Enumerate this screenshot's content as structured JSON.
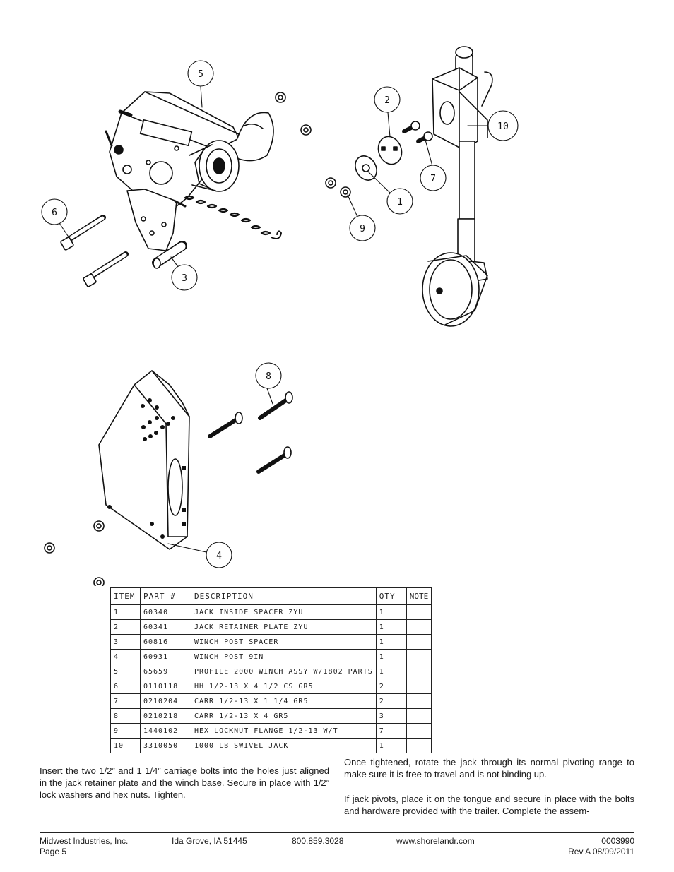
{
  "callouts": [
    "1",
    "2",
    "3",
    "4",
    "5",
    "6",
    "7",
    "8",
    "9",
    "10"
  ],
  "parts_table": {
    "headers": [
      "ITEM",
      "PART #",
      "DESCRIPTION",
      "QTY",
      "NOTE"
    ],
    "rows": [
      {
        "item": "1",
        "part": "60340",
        "desc": "JACK INSIDE SPACER ZYU",
        "qty": "1",
        "note": ""
      },
      {
        "item": "2",
        "part": "60341",
        "desc": "JACK RETAINER PLATE ZYU",
        "qty": "1",
        "note": ""
      },
      {
        "item": "3",
        "part": "60816",
        "desc": "WINCH POST SPACER",
        "qty": "1",
        "note": ""
      },
      {
        "item": "4",
        "part": "60931",
        "desc": "WINCH POST 9IN",
        "qty": "1",
        "note": ""
      },
      {
        "item": "5",
        "part": "65659",
        "desc": "PROFILE 2000 WINCH ASSY W/1802 PARTS",
        "qty": "1",
        "note": ""
      },
      {
        "item": "6",
        "part": "0110118",
        "desc": "HH 1/2-13 X 4 1/2 CS GR5",
        "qty": "2",
        "note": ""
      },
      {
        "item": "7",
        "part": "0210204",
        "desc": "CARR 1/2-13 X 1 1/4 GR5",
        "qty": "2",
        "note": ""
      },
      {
        "item": "8",
        "part": "0210218",
        "desc": "CARR 1/2-13 X 4 GR5",
        "qty": "3",
        "note": ""
      },
      {
        "item": "9",
        "part": "1440102",
        "desc": "HEX LOCKNUT FLANGE 1/2-13 W/T",
        "qty": "7",
        "note": ""
      },
      {
        "item": "10",
        "part": "3310050",
        "desc": "1000 LB SWIVEL JACK",
        "qty": "1",
        "note": ""
      }
    ]
  },
  "text": {
    "left_para": "Insert the two 1/2” and 1 1/4” carriage bolts into the holes just aligned in the jack retainer plate and the winch base. Secure in place with 1/2” lock washers and hex nuts. Tighten.",
    "right_para1": "Once tightened, rotate the jack through its normal pivoting range to make sure it is free to travel and is not binding up.",
    "right_para2": "If jack pivots, place it on the tongue and secure in place with the bolts and hardware provided with the trailer. Complete the assem-"
  },
  "footer": {
    "company": "Midwest Industries, Inc.",
    "page": "Page 5",
    "city": "Ida Grove, IA 51445",
    "phone": "800.859.3028",
    "web": "www.shorelandr.com",
    "doc_no": "0003990",
    "rev": "Rev A 08/09/2011"
  }
}
